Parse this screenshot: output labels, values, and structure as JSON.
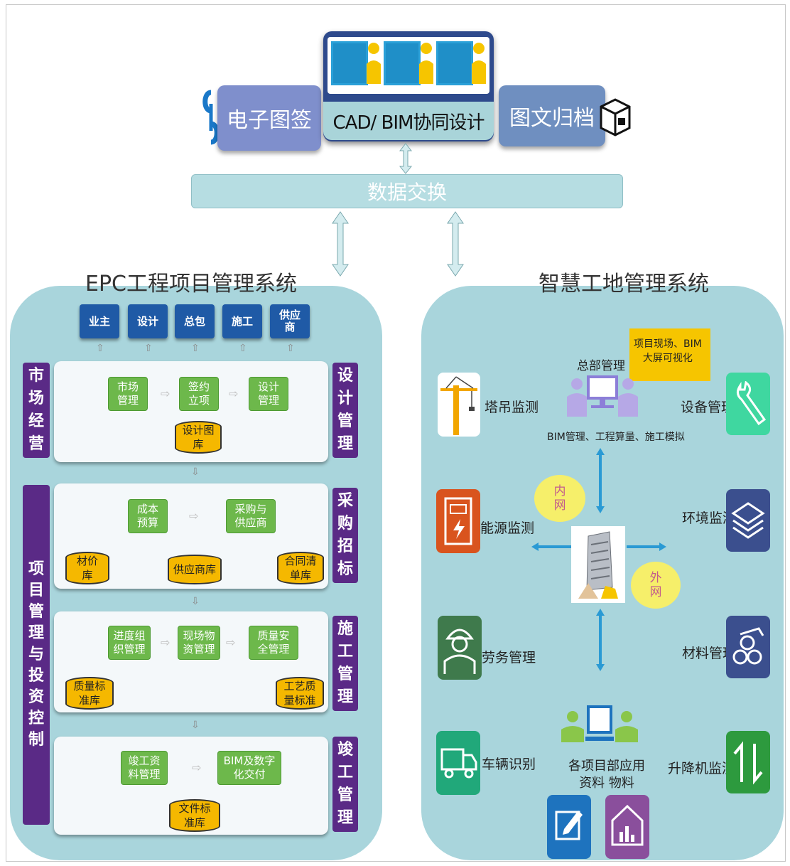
{
  "top": {
    "sign_label": "电子图签",
    "cad_label": "CAD/ BIM协同设计",
    "archive_label": "图文归档",
    "exchange_label": "数据交换"
  },
  "left_system": {
    "title": "EPC工程项目管理系统",
    "stakeholders": [
      "业主",
      "设计",
      "总包",
      "施工",
      "供应\n商"
    ],
    "left_labels": [
      "市\n场\n经\n营",
      "项\n目\n管\n理\n与\n投\n资\n控\n制"
    ],
    "right_labels": [
      "设\n计\n管\n理",
      "采\n购\n招\n标",
      "施\n工\n管\n理",
      "竣\n工\n管\n理"
    ],
    "stage1": {
      "steps": [
        "市场\n管理",
        "签约\n立项",
        "设计\n管理"
      ],
      "db": "设计图\n库"
    },
    "stage2": {
      "steps": [
        "成本\n预算",
        "采购与\n供应商"
      ],
      "dbs": [
        "材价\n库",
        "供应商库",
        "合同清\n单库"
      ]
    },
    "stage3": {
      "steps": [
        "进度组\n织管理",
        "现场物\n资管理",
        "质量安\n全管理"
      ],
      "dbs": [
        "质量标\n准库",
        "工艺质\n量标准"
      ]
    },
    "stage4": {
      "steps": [
        "竣工资\n料管理",
        "BIM及数字\n化交付"
      ],
      "db": "文件标\n准库"
    }
  },
  "right_system": {
    "title": "智慧工地管理系统",
    "hq_label": "总部管理",
    "viz_label": "项目现场、BIM\n大屏可视化",
    "hq_sub": "BIM管理、工程算量、施工模拟",
    "intranet": "内\n网",
    "extranet": "外\n网",
    "project_label": "各项目部应用\n资料 物料",
    "left_items": [
      "塔吊监测",
      "能源监测",
      "劳务管理",
      "车辆识别"
    ],
    "right_items": [
      "设备管理",
      "环境监测",
      "材料管理",
      "升降机监测"
    ]
  },
  "colors": {
    "panel": "#a9d5dc",
    "stakeholder": "#1f5aa6",
    "vertical_label": "#5a2a86",
    "step": "#6db84b",
    "database": "#f5b800"
  }
}
